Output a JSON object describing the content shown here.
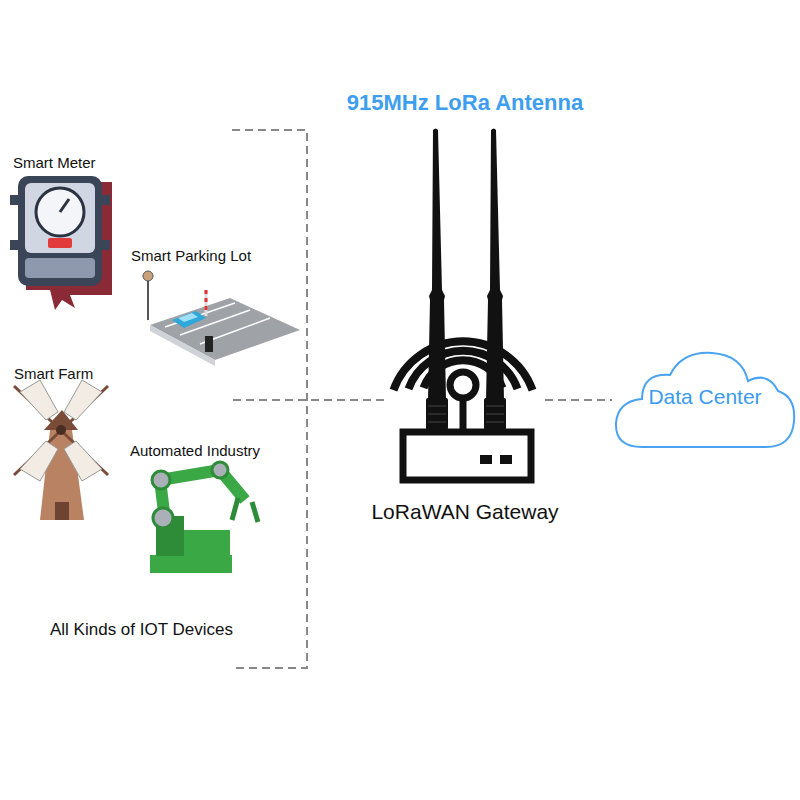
{
  "diagram": {
    "title": "915MHz LoRa Antenna",
    "nodes": [
      {
        "text": [
          "LoRaWAN Gateway"
        ]
      },
      {
        "text": [
          "Data Center"
        ]
      }
    ],
    "edges": [
      {
        "from": 0,
        "to": 1,
        "arrow": "none"
      }
    ],
    "labels": [
      "Smart Meter",
      "Smart Parking Lot",
      "Smart Farm",
      "Automated Industry",
      "All Kinds of IOT Devices"
    ]
  }
}
